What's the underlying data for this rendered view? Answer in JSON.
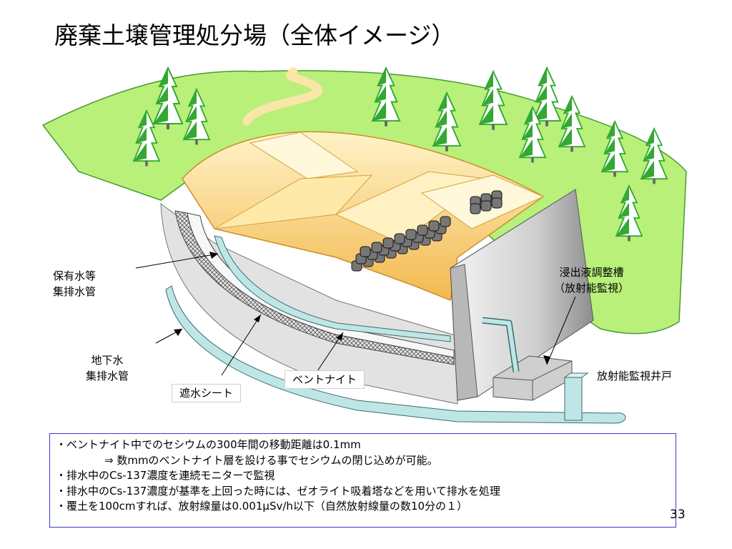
{
  "title": "廃棄土壌管理処分場（全体イメージ）",
  "labels": {
    "collect_pipe": [
      "保有水等",
      "集排水管"
    ],
    "groundwater_pipe": [
      "地下水",
      "集排水管"
    ],
    "waterproof_sheet": "遮水シート",
    "bentonite": "ベントナイト",
    "leachate_tank": [
      "浸出液調整槽",
      "（放射能監視）"
    ],
    "monitoring_well": "放射能監視井戸"
  },
  "notes": [
    "・ベントナイト中でのセシウムの300年間の移動距離は0.1mm",
    "⇒ 数mmのベントナイト層を設ける事でセシウムの閉じ込めが可能。",
    "・排水中のCs-137濃度を連続モニターで監視",
    "・排水中のCs-137濃度が基準を上回った時には、ゼオライト吸着塔などを用いて排水を処理",
    "・覆土を100cmすれば、放射線量は0.001μSv/h以下（自然放射線量の数10分の１）"
  ],
  "page_number": "33",
  "colors": {
    "grass": "#b8f07a",
    "soil": "#f5c46a",
    "tree": "#33a833",
    "pipe": "#bfe6e6",
    "frame": "#3a3ad0"
  },
  "icons": [
    "tree-icon",
    "waste-bag-icon"
  ]
}
